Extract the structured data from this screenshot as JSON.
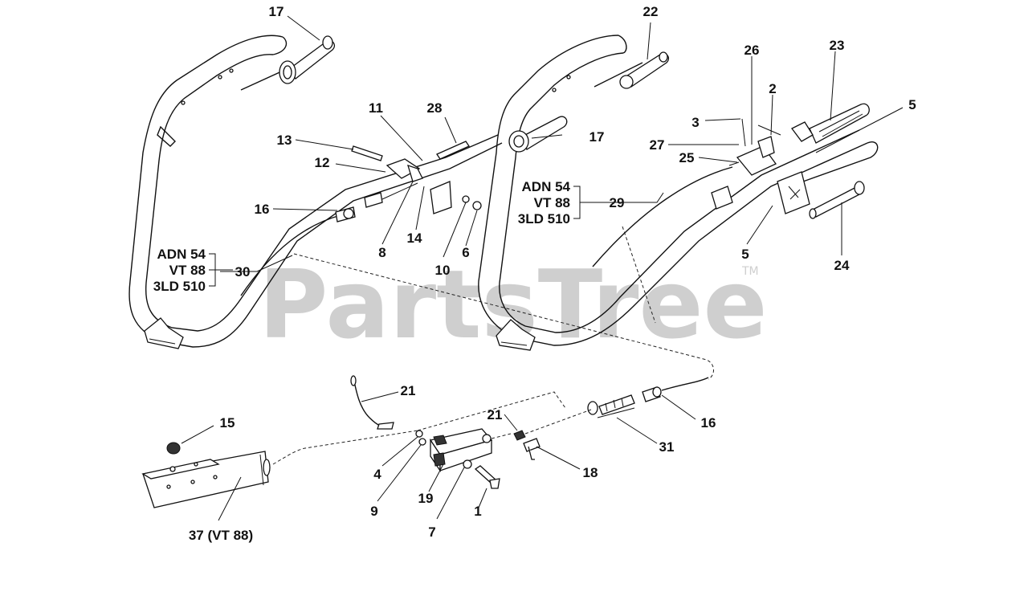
{
  "watermark": {
    "text": "PartsTree",
    "trademark": "TM"
  },
  "callouts": {
    "p17a": "17",
    "p22": "22",
    "p26": "26",
    "p23": "23",
    "p2": "2",
    "p5a": "5",
    "p3": "3",
    "p11": "11",
    "p28": "28",
    "p13": "13",
    "p12": "12",
    "p17b": "17",
    "p27": "27",
    "p25": "25",
    "p16a": "16",
    "p8": "8",
    "p14": "14",
    "p10": "10",
    "p6": "6",
    "p29": "29",
    "p5b": "5",
    "p24": "24",
    "p30": "30",
    "p21a": "21",
    "p15": "15",
    "p21b": "21",
    "p16b": "16",
    "p4": "4",
    "p9": "9",
    "p19": "19",
    "p7": "7",
    "p1": "1",
    "p18": "18",
    "p31": "31",
    "p37": "37 (VT 88)"
  },
  "engine_groups": {
    "left": {
      "line1": "ADN 54",
      "line2": "VT 88",
      "line3": "3LD 510"
    },
    "right": {
      "line1": "ADN 54",
      "line2": "VT 88",
      "line3": "3LD 510"
    }
  }
}
